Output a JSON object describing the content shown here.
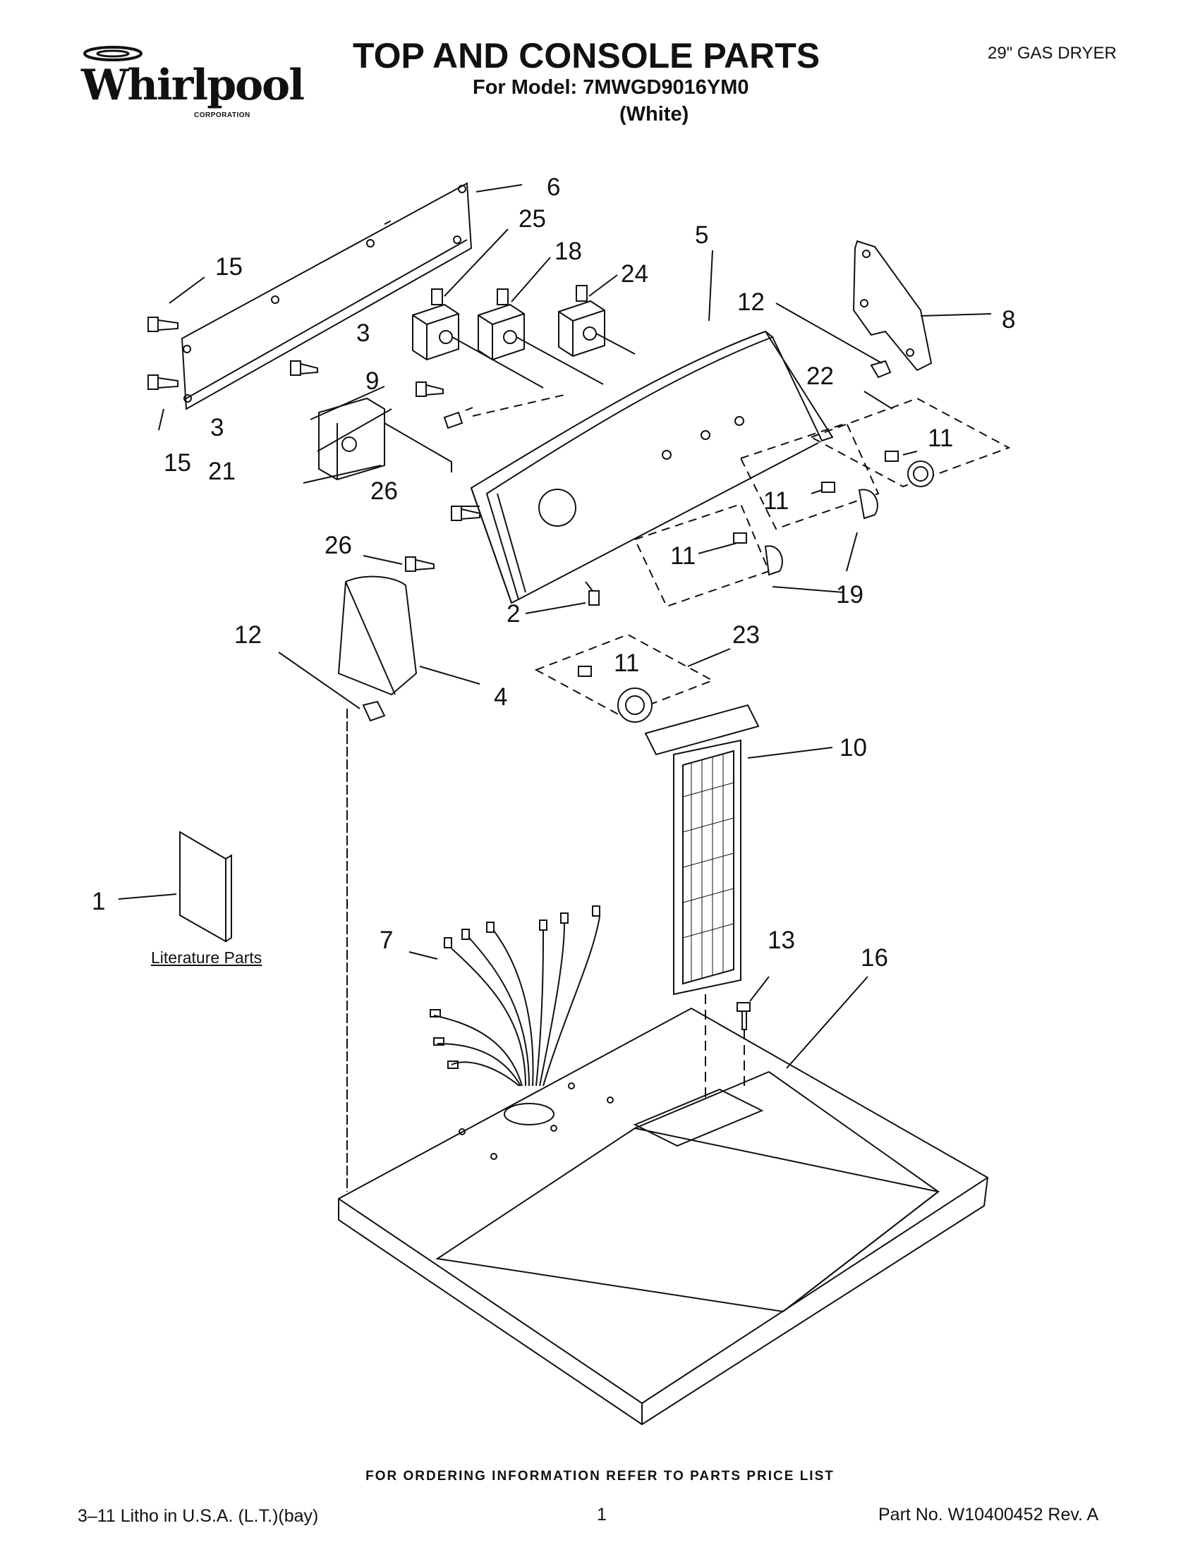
{
  "header": {
    "brand": "Whirlpool",
    "brand_sub": "CORPORATION",
    "title": "TOP AND CONSOLE PARTS",
    "model_line": "For Model: 7MWGD9016YM0",
    "color_line": "(White)",
    "product": "29\" GAS DRYER"
  },
  "diagram": {
    "callouts": {
      "c6": "6",
      "c25": "25",
      "c5": "5",
      "c18": "18",
      "c24": "24",
      "c15a": "15",
      "c3a": "3",
      "c12a": "12",
      "c8": "8",
      "c9": "9",
      "c22": "22",
      "c3b": "3",
      "c11a": "11",
      "c15b": "15",
      "c21": "21",
      "c26a": "26",
      "c11b": "11",
      "c26b": "26",
      "c11c": "11",
      "c19": "19",
      "c2": "2",
      "c12b": "12",
      "c23": "23",
      "c11d": "11",
      "c4": "4",
      "c10": "10",
      "c1": "1",
      "c7": "7",
      "c13": "13",
      "c16": "16"
    },
    "literature_label": "Literature Parts"
  },
  "footer": {
    "ordering_note": "FOR ORDERING INFORMATION REFER TO PARTS PRICE LIST",
    "litho": "3–11 Litho in U.S.A. (L.T.)(bay)",
    "page": "1",
    "part_no": "Part No. W10400452 Rev. A"
  }
}
